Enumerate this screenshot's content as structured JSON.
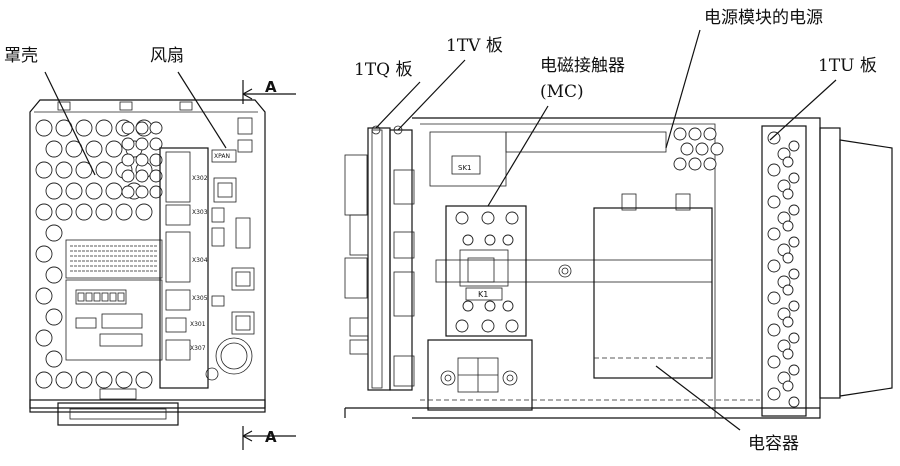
{
  "labels": {
    "housing": "罩壳",
    "fan": "风扇",
    "board_1tq": "1TQ 板",
    "board_1tv": "1TV 板",
    "contactor": "电磁接触器",
    "contactor_abbr": "(MC)",
    "psu": "电源模块的电源",
    "board_1tu": "1TU 板",
    "capacitor": "电容器",
    "section_top": "A",
    "section_bottom": "A"
  },
  "component_text": {
    "xpan": "XPAN",
    "x302": "X302",
    "x303": "X303",
    "x304": "X304",
    "x305": "X305",
    "x301": "X301",
    "x307": "X307",
    "sk1": "SK1",
    "k1": "K1"
  }
}
